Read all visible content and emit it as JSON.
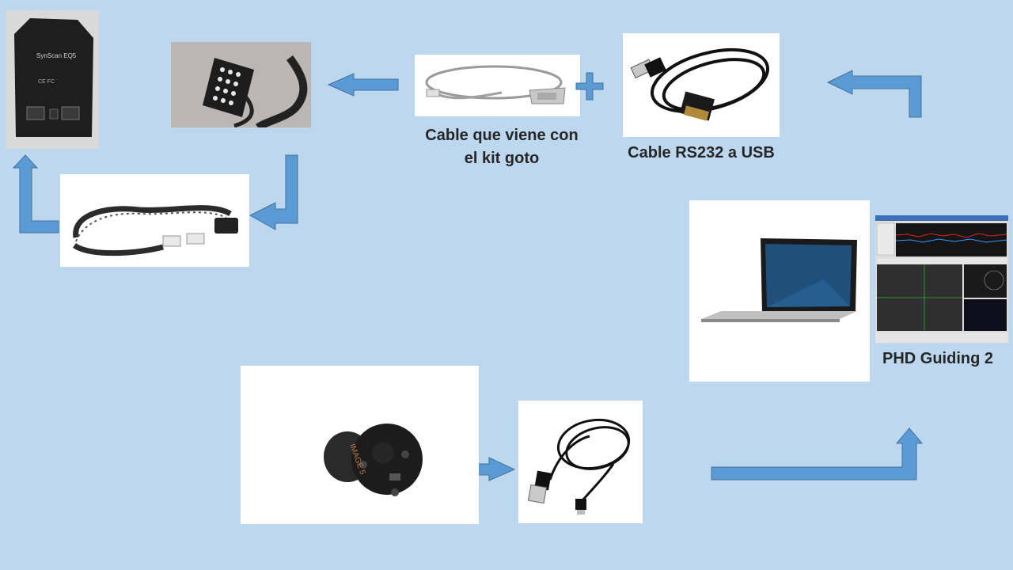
{
  "captions": {
    "goto_cable": [
      "Cable que viene con",
      "el kit goto"
    ],
    "rs232_usb": "Cable RS232 a USB",
    "phd": "PHD Guiding 2"
  },
  "device_labels": {
    "synscan": "SynScan EQ5",
    "camera_brand": "IMAGE 5"
  },
  "colors": {
    "background": "#bdd7ee",
    "arrow_fill": "#5b9bd5",
    "arrow_stroke": "#41719c"
  },
  "icons": [
    "mount-controller-photo",
    "hand-controller-photo",
    "serial-cable-photo",
    "plus-icon",
    "usb-serial-adapter-photo",
    "coiled-rj-cable-photo",
    "laptop-photo",
    "phd-software-screenshot",
    "guide-camera-photo",
    "usb-mini-cable-photo"
  ]
}
